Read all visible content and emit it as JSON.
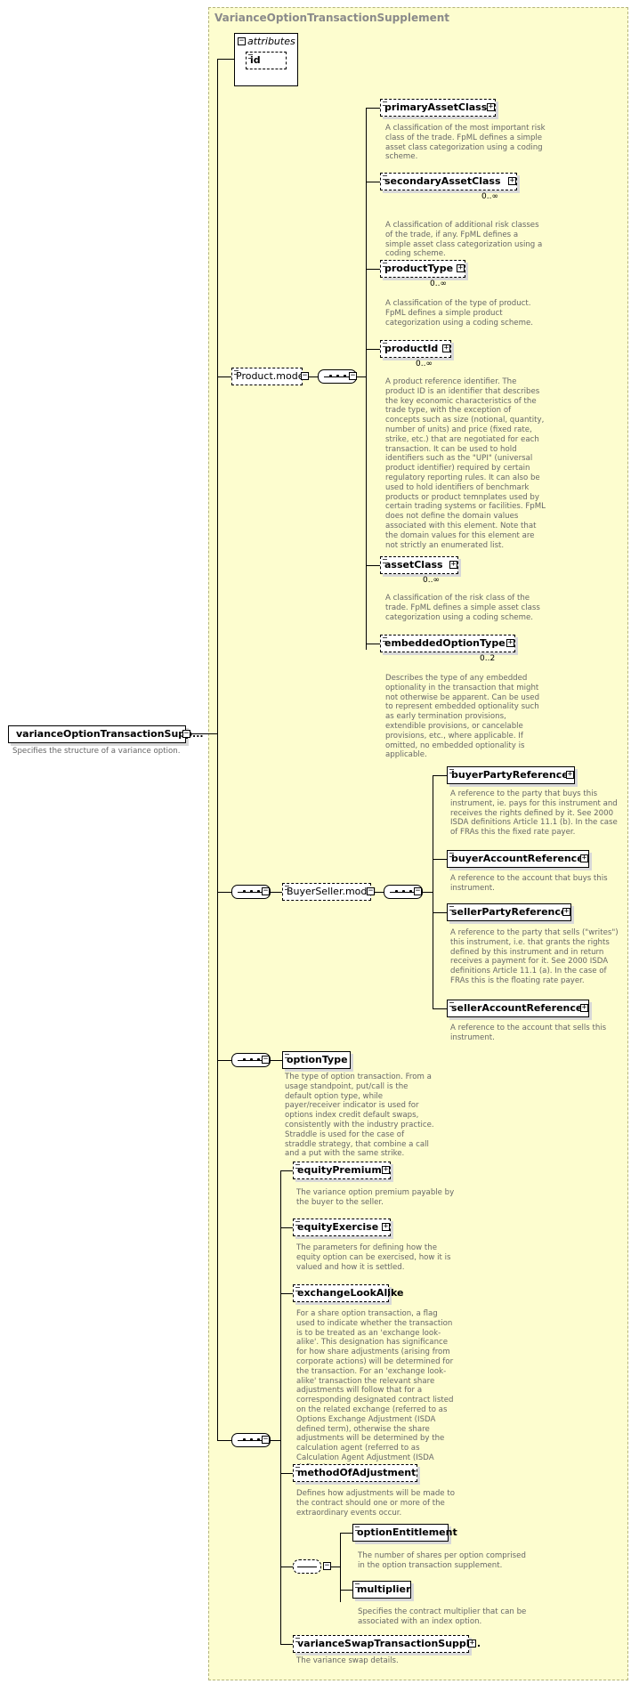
{
  "region_title": "VarianceOptionTransactionSupplement",
  "root": {
    "label": "varianceOptionTransactionSupp...",
    "desc": "Specifies the structure of a variance option."
  },
  "attributes": {
    "title": "attributes",
    "items": [
      "id"
    ]
  },
  "product_model": {
    "label": "Product.model",
    "items": [
      {
        "label": "primaryAssetClass",
        "card": "",
        "desc": "A classification of the most important risk class of the trade. FpML defines a simple asset class categorization using a coding scheme."
      },
      {
        "label": "secondaryAssetClass",
        "card": "0..∞",
        "desc": "A classification of additional risk classes of the trade, if any. FpML defines a simple asset class categorization using a coding scheme."
      },
      {
        "label": "productType",
        "card": "0..∞",
        "desc": "A classification of the type of product. FpML defines a simple product categorization using a coding scheme."
      },
      {
        "label": "productId",
        "card": "0..∞",
        "desc": "A product reference identifier. The product ID is an identifier that describes the key economic characteristics of the trade type, with the exception of concepts such as size (notional, quantity, number of units) and price (fixed rate, strike, etc.) that are negotiated for each transaction. It can be used to hold identifiers such as the \"UPI\" (universal product identifier) required by certain regulatory reporting rules. It can also be used to hold identifiers of benchmark products or product temnplates used by certain trading systems or facilities. FpML does not define the domain values associated with this element. Note that the domain values for this element are not strictly an enumerated list."
      },
      {
        "label": "assetClass",
        "card": "0..∞",
        "desc": "A classification of the risk class of the trade. FpML defines a simple asset class categorization using a coding scheme."
      },
      {
        "label": "embeddedOptionType",
        "card": "0..2",
        "desc": "Describes the type of any embedded optionality in the transaction that might not otherwise be apparent. Can be used to represent embedded optionality such as early termination provisions, extendible provisions, or cancelable provisions, etc., where applicable. If omitted, no embedded optionality is applicable."
      }
    ]
  },
  "buyerseller_model": {
    "label": "BuyerSeller.model",
    "items": [
      {
        "label": "buyerPartyReference",
        "desc": "A reference to the party that buys this instrument, ie. pays for this instrument and receives the rights defined by it. See 2000 ISDA definitions Article 11.1 (b). In the case of FRAs this the fixed rate payer."
      },
      {
        "label": "buyerAccountReference",
        "desc": "A reference to the account that buys this instrument."
      },
      {
        "label": "sellerPartyReference",
        "desc": "A reference to the party that sells (\"writes\") this instrument, i.e. that grants the rights defined by this instrument and in return receives a payment for it. See 2000 ISDA definitions Article 11.1 (a). In the case of FRAs this is the floating rate payer."
      },
      {
        "label": "sellerAccountReference",
        "desc": "A reference to the account that sells this instrument."
      }
    ]
  },
  "option_type": {
    "label": "optionType",
    "desc": "The type of option transaction. From a usage standpoint, put/call is the default option type, while payer/receiver indicator is used for options index credit default swaps, consistently with the industry practice. Straddle is used for the case of straddle strategy, that combine a call and a put with the same strike."
  },
  "last_sequence": {
    "items": [
      {
        "label": "equityPremium",
        "desc": "The variance option premium payable by the buyer to the seller."
      },
      {
        "label": "equityExercise",
        "desc": "The parameters for defining how the equity option can be exercised, how it is valued and how it is settled."
      },
      {
        "label": "exchangeLookAlike",
        "desc": "For a share option transaction, a flag used to indicate whether the transaction is to be treated as an 'exchange look-alike'. This designation has significance for how share adjustments (arising from corporate actions) will be determined for the transaction. For an 'exchange look-alike' transaction the relevant share adjustments will follow that for a corresponding designated contract listed on the related exchange (referred to as Options Exchange Adjustment (ISDA defined term), otherwise the share adjustments will be determined by the calculation agent (referred to as Calculation Agent Adjustment (ISDA defined term))."
      },
      {
        "label": "methodOfAdjustment",
        "desc": "Defines how adjustments will be made to the contract should one or more of the extraordinary events occur."
      }
    ],
    "choice_items": [
      {
        "label": "optionEntitlement",
        "desc": "The number of shares per option comprised in the option transaction supplement."
      },
      {
        "label": "multiplier",
        "desc": "Specifies the contract multiplier that can be associated with an index option."
      }
    ],
    "final": {
      "label": "varianceSwapTransactionSuppl...",
      "desc": "The variance swap details."
    }
  },
  "icons": [
    "expand-icon",
    "collapse-icon",
    "sequence-icon",
    "choice-icon",
    "element-icon"
  ]
}
